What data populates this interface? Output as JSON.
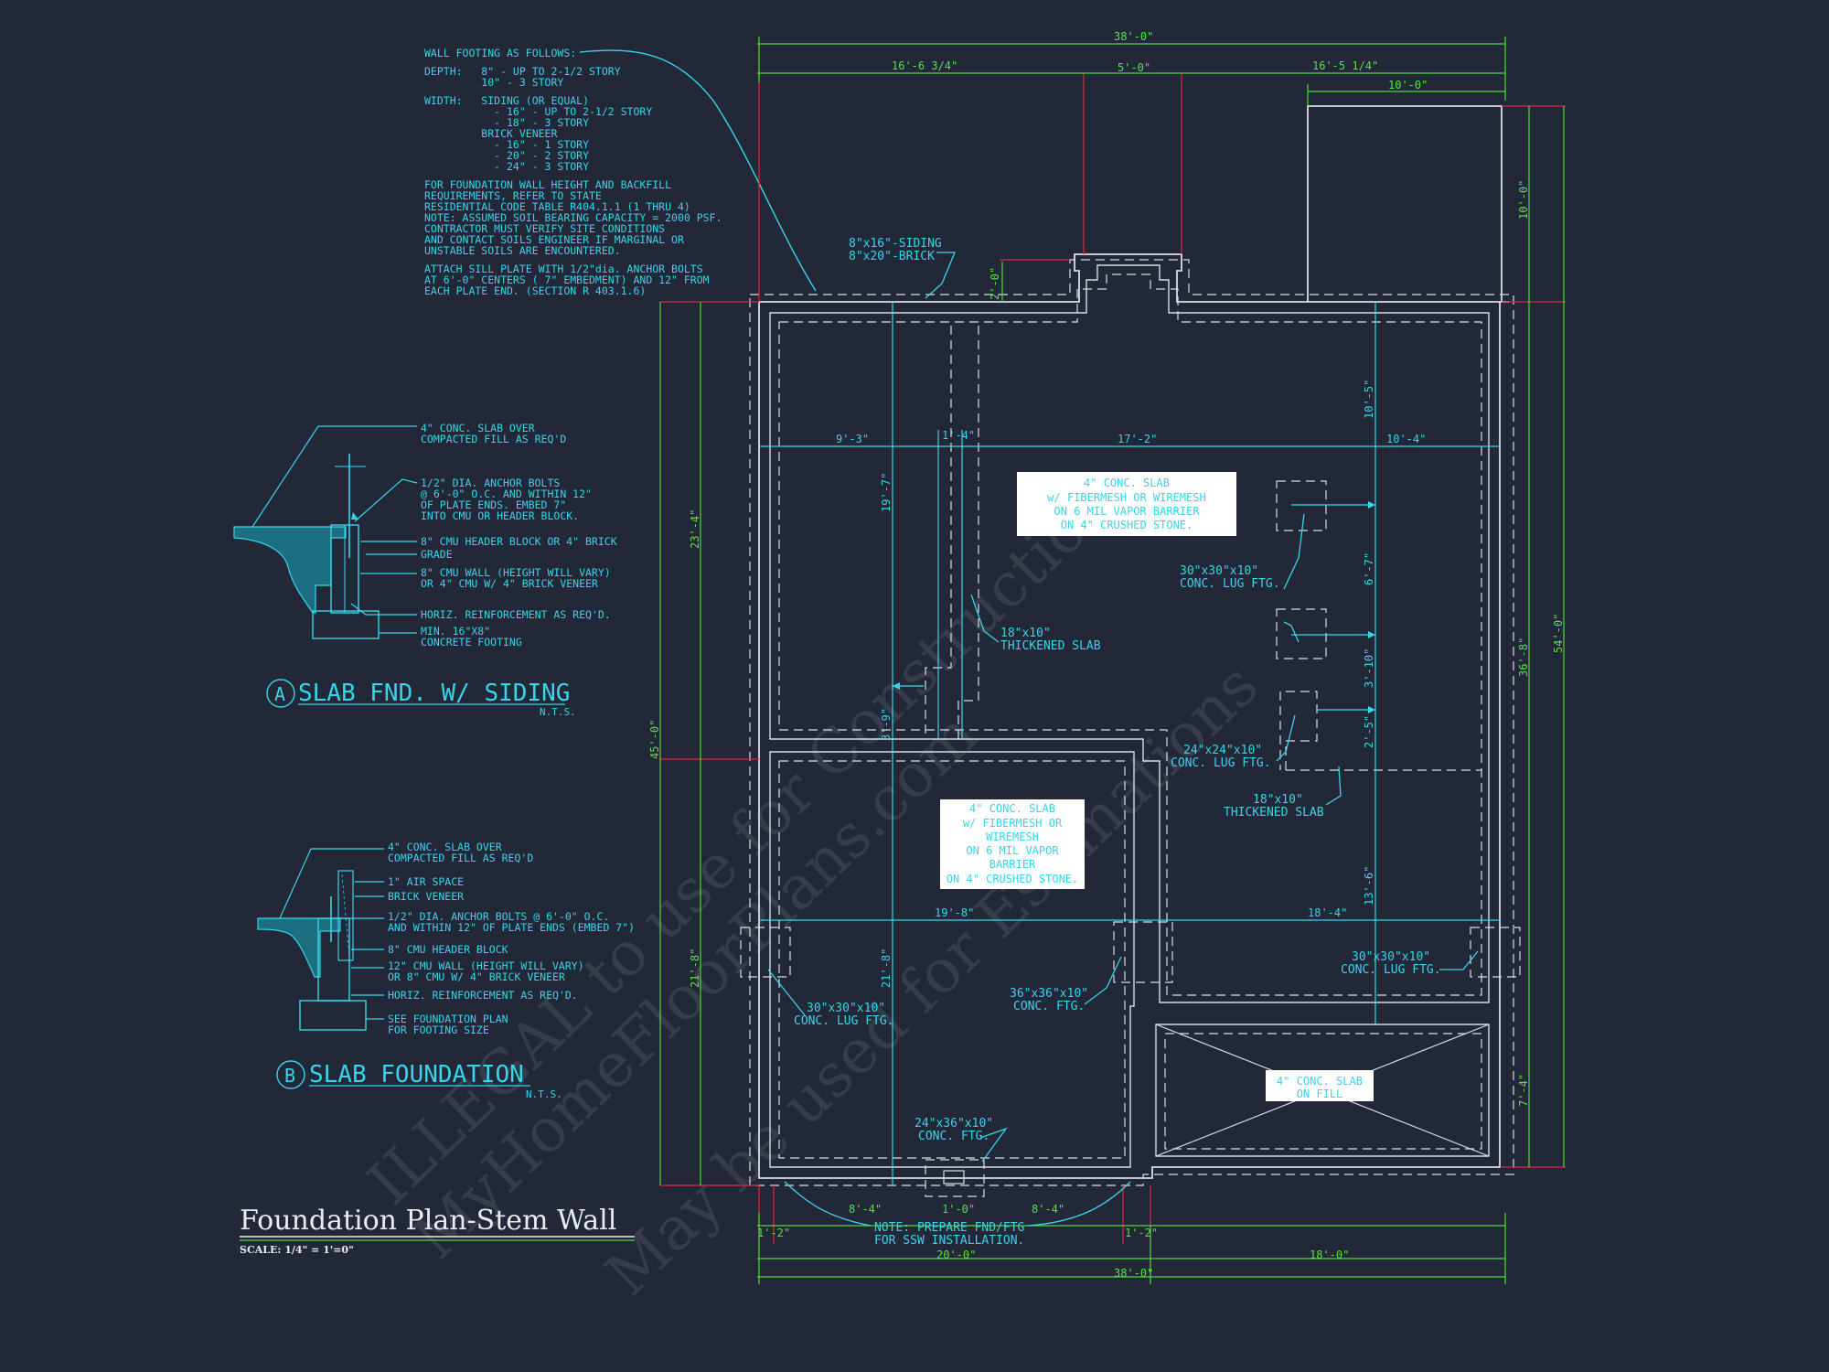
{
  "plan": {
    "title": "Foundation Plan-Stem Wall",
    "scale": "SCALE: 1/4\" = 1'=0\""
  },
  "notes": {
    "wall_footing": [
      "WALL FOOTING AS FOLLOWS:",
      "DEPTH:   8\" - UP TO 2-1/2 STORY",
      "         10\" - 3 STORY",
      "WIDTH:   SIDING (OR EQUAL)",
      "           - 16\" - UP TO 2-1/2 STORY",
      "           - 18\" - 3 STORY",
      "         BRICK VENEER",
      "           - 16\" - 1 STORY",
      "           - 20\" - 2 STORY",
      "           - 24\" - 3 STORY"
    ],
    "backfill": [
      "FOR FOUNDATION WALL HEIGHT AND BACKFILL",
      "REQUIREMENTS, REFER TO STATE",
      "RESIDENTIAL CODE TABLE R404.1.1 (1 THRU 4)",
      "NOTE: ASSUMED SOIL BEARING CAPACITY = 2000 PSF.",
      "CONTRACTOR MUST VERIFY SITE CONDITIONS",
      "AND CONTACT SOILS ENGINEER IF MARGINAL OR",
      "UNSTABLE SOILS ARE ENCOUNTERED."
    ],
    "sill": [
      "ATTACH SILL PLATE WITH 1/2\"dia. ANCHOR BOLTS",
      "AT 6'-0\" CENTERS ( 7\" EMBEDMENT) AND 12\" FROM",
      "EACH PLATE END. (SECTION R 403.1.6)"
    ]
  },
  "detail_a": {
    "labels": [
      "4\" CONC. SLAB OVER",
      "COMPACTED FILL AS REQ'D",
      "1/2\" DIA. ANCHOR BOLTS",
      "@ 6'-0\" O.C. AND WITHIN 12\"",
      "OF PLATE ENDS. EMBED 7\"",
      "INTO CMU OR HEADER BLOCK.",
      "8\" CMU HEADER BLOCK OR 4\" BRICK",
      "GRADE",
      "8\" CMU WALL (HEIGHT WILL VARY)",
      "OR 4\" CMU W/ 4\" BRICK VENEER",
      "HORIZ. REINFORCEMENT AS REQ'D.",
      "MIN. 16\"X8\"",
      "CONCRETE FOOTING"
    ],
    "letter": "A",
    "name": "SLAB FND. W/ SIDING",
    "nts": "N.T.S."
  },
  "detail_b": {
    "labels": [
      "4\" CONC. SLAB OVER",
      "COMPACTED FILL AS REQ'D",
      "1\" AIR SPACE",
      "BRICK VENEER",
      "1/2\" DIA. ANCHOR BOLTS @ 6'-0\" O.C.",
      "AND WITHIN 12\" OF PLATE ENDS (EMBED 7\")",
      "8\" CMU HEADER BLOCK",
      "12\" CMU WALL (HEIGHT WILL VARY)",
      "OR 8\" CMU W/ 4\" BRICK VENEER",
      "HORIZ. REINFORCEMENT AS REQ'D.",
      "SEE FOUNDATION PLAN",
      "FOR FOOTING SIZE"
    ],
    "letter": "B",
    "name": "SLAB FOUNDATION",
    "nts": "N.T.S."
  },
  "dims": {
    "overall_top": "38'-0\"",
    "top_left": "16'-6 3/4\"",
    "top_mid": "5'-0\"",
    "top_right": "16'-5 1/4\"",
    "top_porch": "10'-0\"",
    "bump": "2'-0\"",
    "interior_1": "9'-3\"",
    "interior_2": "1'-4\"",
    "interior_3": "17'-2\"",
    "interior_4": "10'-4\"",
    "interior_5": "19'-8\"",
    "interior_6": "18'-4\"",
    "v_19_7": "19'-7\"",
    "v_3_9": "3'-9\"",
    "v_21_8_in": "21'-8\"",
    "v_10_5": "10'-5\"",
    "v_6_7": "6'-7\"",
    "v_3_10": "3'-10\"",
    "v_2_5": "2'-5\"",
    "v_13_6": "13'-6\"",
    "left_23_4": "23'-4\"",
    "left_21_8": "21'-8\"",
    "left_45_0": "45'-0\"",
    "right_10_0": "10'-0\"",
    "right_36_8": "36'-8\"",
    "right_54_0": "54'-0\"",
    "right_7_4": "7'-4\"",
    "bot_8_4a": "8'-4\"",
    "bot_1_0": "1'-0\"",
    "bot_8_4b": "8'-4\"",
    "bot_1_2a": "1'-2\"",
    "bot_1_2b": "1'-2\"",
    "bot_20_0": "20'-0\"",
    "bot_18_0": "18'-0\"",
    "overall_bottom": "38'-0\""
  },
  "callouts": {
    "siding_brick": [
      "8\"x16\"-SIDING",
      "8\"x20\"-BRICK"
    ],
    "slab_main": [
      "4\" CONC. SLAB",
      "w/ FIBERMESH OR WIREMESH",
      "ON 6 MIL VAPOR BARRIER",
      "ON 4\" CRUSHED STONE."
    ],
    "slab_lower": [
      "4\" CONC. SLAB",
      "w/ FIBERMESH OR",
      "WIREMESH",
      "ON 6 MIL VAPOR",
      "BARRIER",
      "ON 4\" CRUSHED STONE."
    ],
    "slab_fill": [
      "4\" CONC. SLAB",
      "ON FILL"
    ],
    "lug_upper": [
      "30\"x30\"x10\"",
      "CONC. LUG FTG."
    ],
    "thick_left": [
      "18\"x10\"",
      "THICKENED SLAB"
    ],
    "lug_24": [
      "24\"x24\"x10\"",
      "CONC. LUG FTG."
    ],
    "thick_right": [
      "18\"x10\"",
      "THICKENED SLAB"
    ],
    "ftg_36": [
      "36\"x36\"x10\"",
      "CONC. FTG."
    ],
    "lug_left": [
      "30\"x30\"x10\"",
      "CONC. LUG FTG."
    ],
    "lug_right": [
      "30\"x30\"x10\"",
      "CONC. LUG FTG."
    ],
    "ftg_24": [
      "24\"x36\"x10\"",
      "CONC. FTG."
    ],
    "ssw": [
      "NOTE: PREPARE FND/FTG",
      "FOR SSW INSTALLATION."
    ]
  },
  "watermark": [
    "MyHomeFloorPlans.com",
    "ILLEGAL to use for Construction",
    "May be used for Estimations"
  ]
}
